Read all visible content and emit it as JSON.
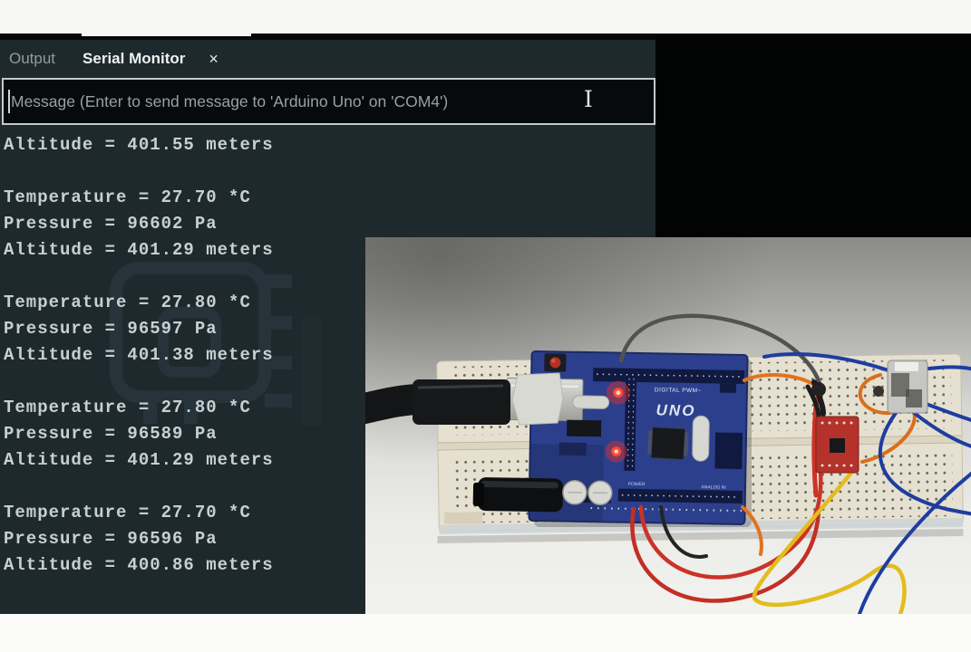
{
  "tabs": [
    {
      "id": "output",
      "label": "Output",
      "active": false
    },
    {
      "id": "serial-monitor",
      "label": "Serial Monitor",
      "active": true,
      "close_label": "×"
    }
  ],
  "serial_input": {
    "placeholder": "Message (Enter to send message to 'Arduino Uno' on 'COM4')"
  },
  "console": {
    "lines": [
      "Altitude = 401.55 meters",
      "",
      "Temperature = 27.70 *C",
      "Pressure = 96602 Pa",
      "Altitude = 401.29 meters",
      "",
      "Temperature = 27.80 *C",
      "Pressure = 96597 Pa",
      "Altitude = 401.38 meters",
      "",
      "Temperature = 27.80 *C",
      "Pressure = 96589 Pa",
      "Altitude = 401.29 meters",
      "",
      "Temperature = 27.70 *C",
      "Pressure = 96596 Pa",
      "Altitude = 400.86 meters"
    ]
  },
  "photo": {
    "board_label": "UNO",
    "board_header_label": "DIGITAL PWM~",
    "power_label": "POWER",
    "analog_label": "ANALOG IN"
  },
  "colors": {
    "panel_bg": "#1e292d",
    "console_text": "#c8cfd0",
    "tab_active_text": "#eef2f2",
    "tab_inactive_text": "#939c9e",
    "input_border": "#c4caca",
    "board_blue": "#2c3f8d",
    "led_red": "#ff3a22",
    "wire_orange": "#e0731c",
    "wire_red": "#cc3327",
    "wire_yellow": "#e3bc1e",
    "wire_blue": "#1d3da0",
    "wire_gray": "#52524f",
    "breadboard": "#e6e0d0"
  }
}
